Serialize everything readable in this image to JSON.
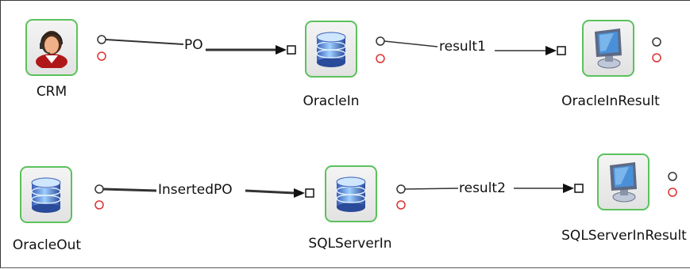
{
  "nodes": {
    "crm": {
      "label": "CRM",
      "icon": "customer-service-person-icon"
    },
    "oracle_in": {
      "label": "OracleIn",
      "icon": "database-icon"
    },
    "oracle_in_result": {
      "label": "OracleInResult",
      "icon": "monitor-icon"
    },
    "oracle_out": {
      "label": "OracleOut",
      "icon": "database-icon"
    },
    "sqlserver_in": {
      "label": "SQLServerIn",
      "icon": "database-icon"
    },
    "sqlserver_in_result": {
      "label": "SQLServerInResult",
      "icon": "monitor-icon"
    }
  },
  "edges": {
    "po": "PO",
    "result1": "result1",
    "inserted_po": "InsertedPO",
    "result2": "result2"
  },
  "colors": {
    "node_border": "#5bc25b",
    "output_port": "#333333",
    "error_port": "#e03030",
    "edge": "#333333"
  }
}
